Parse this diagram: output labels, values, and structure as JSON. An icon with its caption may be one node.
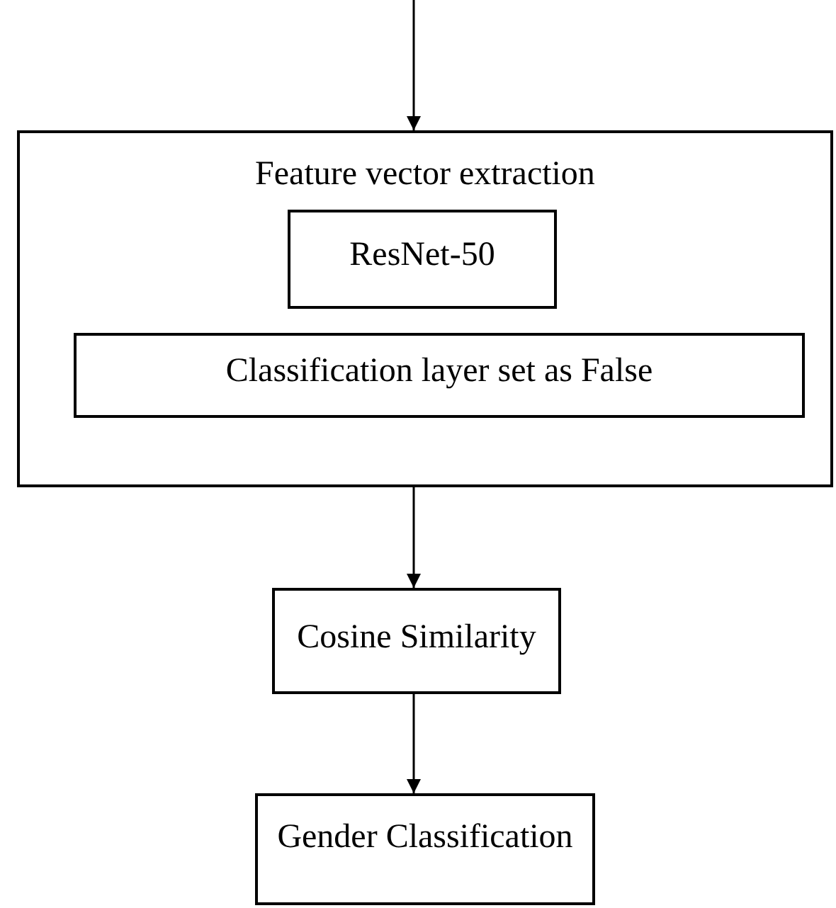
{
  "diagram": {
    "nodes": [
      {
        "text": [
          "Feature vector extraction"
        ]
      },
      {
        "text": [
          "ResNet-50"
        ],
        "in": 0
      },
      {
        "text": [
          "Classification layer set as False"
        ],
        "in": 0
      },
      {
        "text": [
          "Cosine Similarity"
        ]
      },
      {
        "text": [
          "Gender Classification"
        ]
      }
    ],
    "edges": [
      {
        "from": null,
        "to": 0,
        "arrow": "to"
      },
      {
        "from": 0,
        "to": 3,
        "arrow": "to"
      },
      {
        "from": 3,
        "to": 4,
        "arrow": "to"
      }
    ]
  }
}
